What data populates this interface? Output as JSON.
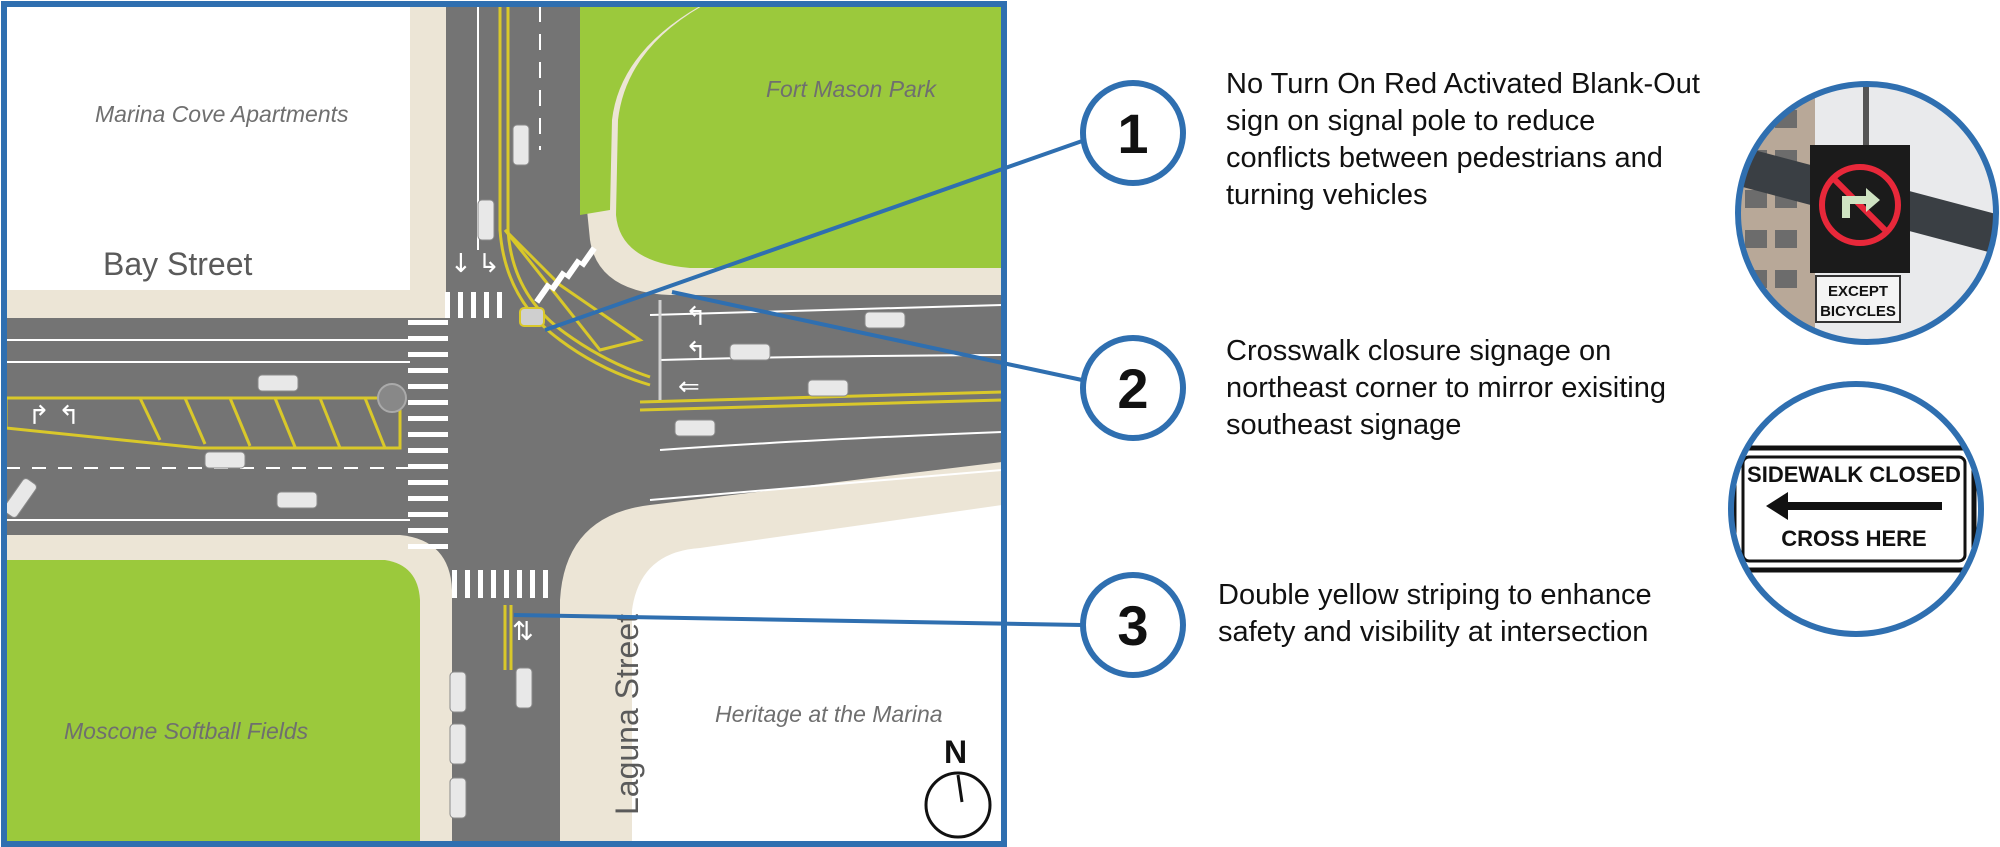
{
  "map": {
    "labels": {
      "marina_cove": "Marina Cove Apartments",
      "fort_mason": "Fort Mason Park",
      "bay_street": "Bay Street",
      "laguna_street": "Laguna Street",
      "moscone": "Moscone Softball Fields",
      "heritage": "Heritage at the Marina"
    },
    "north_label": "N"
  },
  "callouts": [
    {
      "number": "1",
      "text": "No Turn On Red Activated Blank-Out sign on signal pole to reduce conflicts between pedestrians and turning vehicles"
    },
    {
      "number": "2",
      "text": "Crosswalk closure signage on northeast corner to mirror exisiting southeast signage"
    },
    {
      "number": "3",
      "text": "Double yellow striping to enhance safety and visibility at intersection"
    }
  ],
  "signs": {
    "blankout_plate_line1": "EXCEPT",
    "blankout_plate_line2": "BICYCLES",
    "sidewalk_line1": "SIDEWALK CLOSED",
    "sidewalk_line2": "CROSS HERE"
  },
  "colors": {
    "frame_blue": "#2f6fb0",
    "road": "#747474",
    "park_green": "#9bc93c",
    "sidewalk": "#ece5d6",
    "yellow_line": "#d9c82a",
    "building": "#ffffff"
  }
}
